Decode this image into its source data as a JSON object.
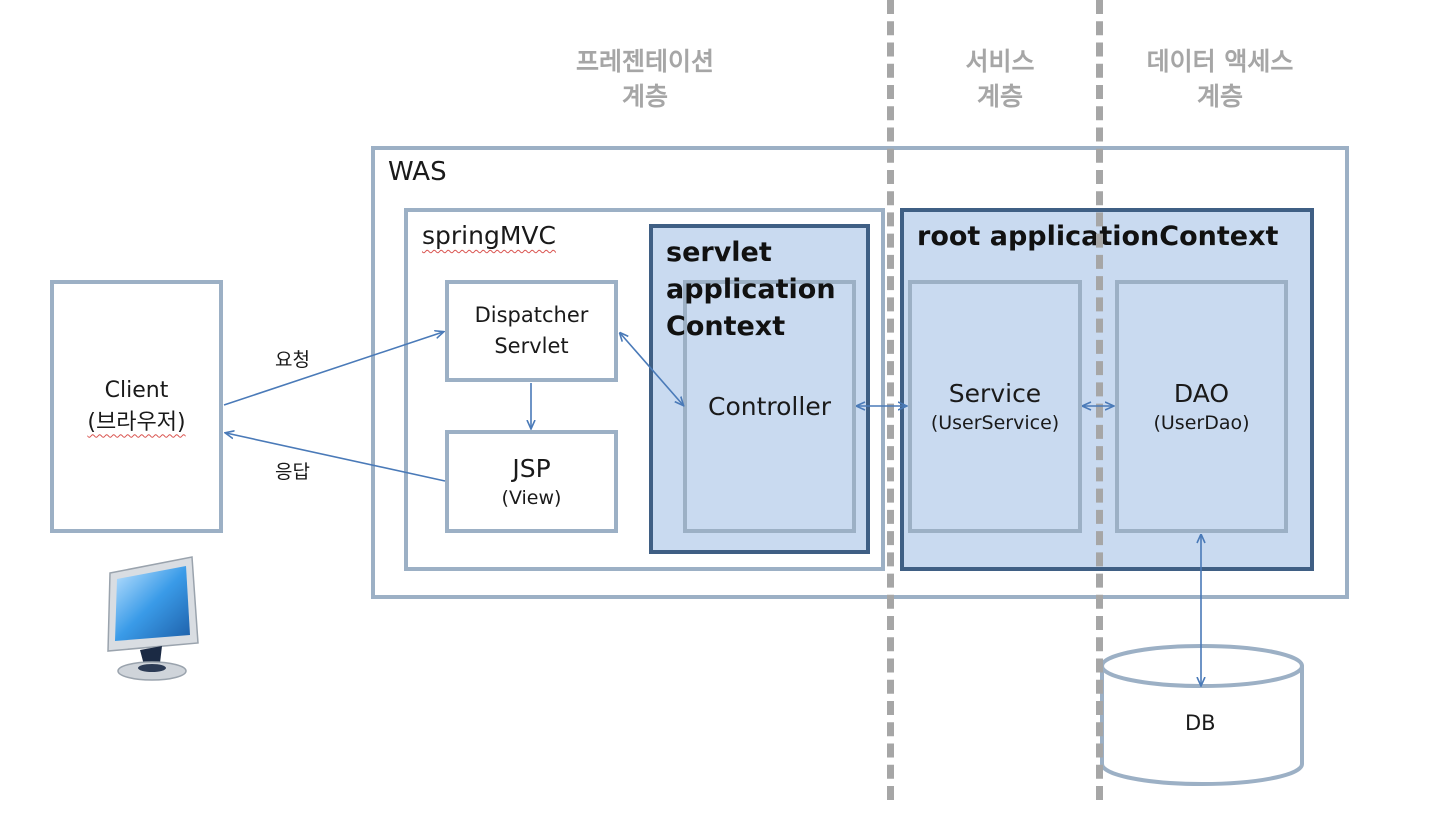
{
  "layers": {
    "presentation": "프레젠테이션\n계층",
    "service": "서비스\n계층",
    "data_access": "데이터 액세스\n계층"
  },
  "was": {
    "label": "WAS"
  },
  "spring_mvc": {
    "label": "springMVC"
  },
  "dispatcher": {
    "line1": "Dispatcher",
    "line2": "Servlet"
  },
  "jsp": {
    "title": "JSP",
    "subtitle": "(View)"
  },
  "servlet_context": {
    "label": "servlet\napplication\nContext",
    "controller": "Controller"
  },
  "root_context": {
    "label": "root applicationContext"
  },
  "service": {
    "title": "Service",
    "subtitle": "(UserService)"
  },
  "dao": {
    "title": "DAO",
    "subtitle": "(UserDao)"
  },
  "client": {
    "line1": "Client",
    "line2": "(브라우저)"
  },
  "arrows": {
    "request": "요청",
    "response": "응답"
  },
  "db": {
    "label": "DB"
  },
  "colors": {
    "frame_border": "#9cb0c5",
    "context_border": "#3f5f84",
    "context_fill": "#c9daf0",
    "arrow": "#4a7ab8",
    "separator": "#a6a6a6"
  },
  "icons": {
    "client_computer": "monitor-icon"
  }
}
